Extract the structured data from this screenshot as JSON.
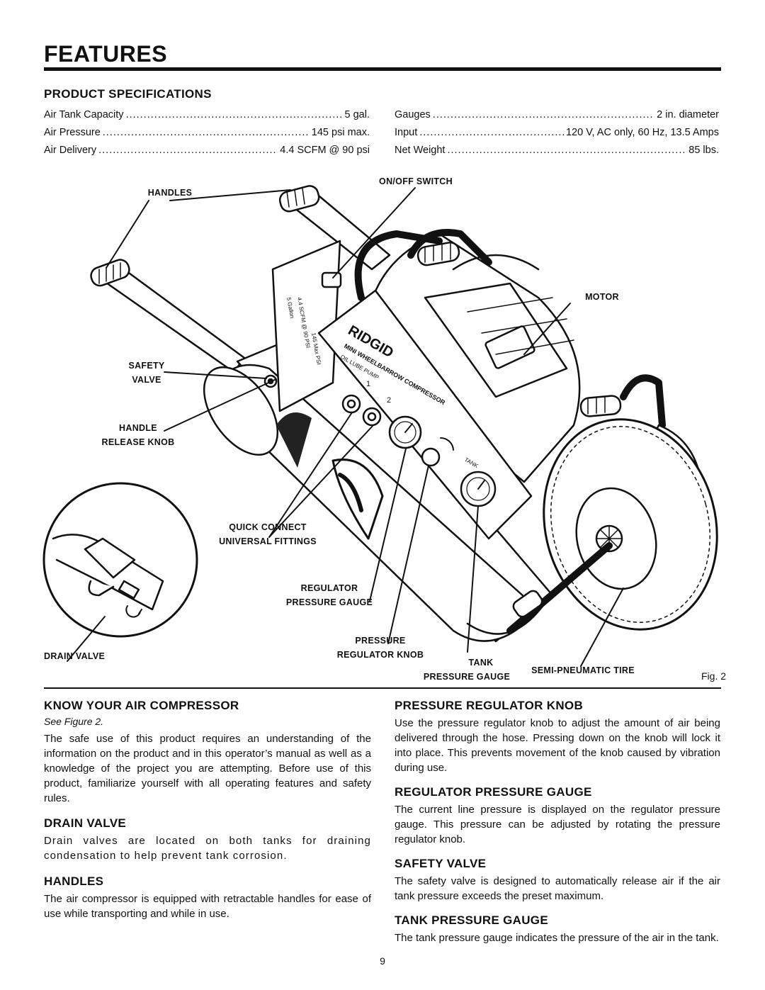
{
  "page": {
    "title": "FEATURES",
    "page_number": "9"
  },
  "specs": {
    "heading": "PRODUCT SPECIFICATIONS",
    "left": [
      {
        "label": "Air Tank Capacity",
        "value": "5 gal."
      },
      {
        "label": "Air Pressure",
        "value": "145 psi max."
      },
      {
        "label": "Air Delivery",
        "value": "4.4 SCFM @ 90 psi"
      }
    ],
    "right": [
      {
        "label": "Gauges",
        "value": "2 in. diameter"
      },
      {
        "label": "Input",
        "value": "120 V, AC only, 60 Hz, 13.5 Amps"
      },
      {
        "label": "Net Weight",
        "value": "85 lbs."
      }
    ]
  },
  "figure": {
    "label": "Fig. 2",
    "callouts": {
      "handles": "HANDLES",
      "on_off_switch": "ON/OFF SWITCH",
      "motor": "MOTOR",
      "safety_valve_1": "SAFETY",
      "safety_valve_2": "VALVE",
      "handle_release_1": "HANDLE",
      "handle_release_2": "RELEASE KNOB",
      "quick_connect_1": "QUICK CONNECT",
      "quick_connect_2": "UNIVERSAL FITTINGS",
      "reg_gauge_1": "REGULATOR",
      "reg_gauge_2": "PRESSURE GAUGE",
      "drain_valve": "DRAIN VALVE",
      "pressure_knob_1": "PRESSURE",
      "pressure_knob_2": "REGULATOR KNOB",
      "tank_gauge_1": "TANK",
      "tank_gauge_2": "PRESSURE GAUGE",
      "tire": "SEMI-PNEUMATIC TIRE"
    },
    "product_text": {
      "brand": "RIDGID",
      "model": "MINI WHEELBARROW COMPRESSOR",
      "pump": "OIL LUBE PUMP",
      "gauge_text": "TANK"
    }
  },
  "sections": {
    "know": {
      "heading": "KNOW YOUR AIR COMPRESSOR",
      "see": "See Figure 2.",
      "body": "The safe use of this product requires an understanding of the information on the product and in this operator’s manual as well as a knowledge of the project you are attempting. Before use of this product, familiarize yourself with all operating features and safety rules."
    },
    "drain": {
      "heading": "DRAIN VALVE",
      "body": "Drain valves are located on both tanks for draining condensation to help prevent tank corrosion."
    },
    "handles": {
      "heading": "HANDLES",
      "body": "The air compressor is equipped with retractable handles for ease of use while transporting and while in use."
    },
    "knob": {
      "heading": "PRESSURE REGULATOR KNOB",
      "body": "Use the pressure regulator knob to adjust the amount of air being delivered through the hose. Pressing down on the knob will lock it into place. This prevents movement of the knob caused by vibration during use."
    },
    "reg_gauge": {
      "heading": "REGULATOR PRESSURE GAUGE",
      "body": "The current line pressure is displayed on the regulator pressure gauge. This pressure can be adjusted by rotating the pressure regulator knob."
    },
    "safety": {
      "heading": "SAFETY VALVE",
      "body": "The safety valve is designed to automatically release air if the air tank pressure exceeds the preset maximum."
    },
    "tank_gauge": {
      "heading": "TANK PRESSURE GAUGE",
      "body": "The tank pressure gauge indicates the pressure of the air in the tank."
    }
  }
}
